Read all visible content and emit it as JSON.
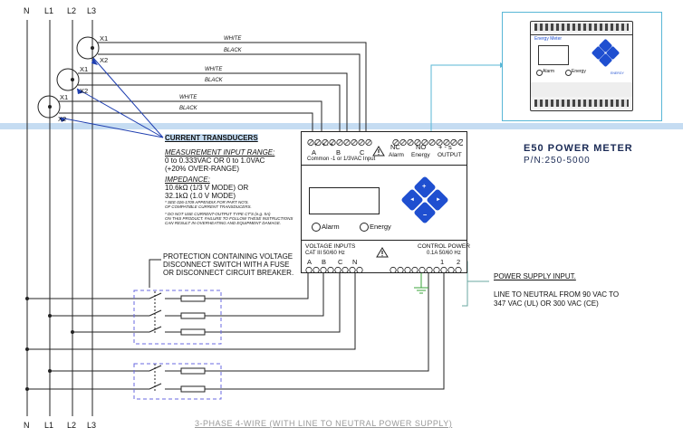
{
  "bus_labels_top": [
    "N",
    "L1",
    "L2",
    "L3"
  ],
  "bus_labels_bottom": [
    "N",
    "L1",
    "L2",
    "L3"
  ],
  "transducers": [
    {
      "x1": "X1",
      "x2": "X2",
      "white": "WHITE",
      "black": "BLACK"
    },
    {
      "x1": "X1",
      "x2": "X2",
      "white": "WHITE",
      "black": "BLACK"
    },
    {
      "x1": "X1",
      "x2": "X2",
      "white": "WHITE",
      "black": "BLACK"
    }
  ],
  "current_transducers": {
    "title": "CURRENT TRANSDUCERS",
    "measurement_heading": "MEASUREMENT INPUT RANGE:",
    "measurement_lines": "0 to 0.333VAC OR 0 to 1.0VAC\n(+20% OVER-RANGE)",
    "impedance_heading": "IMPEDANCE:",
    "impedance_lines": "10.6kΩ (1/3 V MODE) OR\n32.1kΩ (1.0 V MODE)",
    "note1": "* SEE  026-1709 APPENDIX FOR PART NO'S.\nOF COMPATIBLE CURRENT TRANSDUCERS.",
    "note2": "* DO NOT USE CURRENT-OUTPUT TYPE CT'S (e.g. 5A)\nON THIS PRODUCT. FAILURE TO FOLLOW THESE INSTRUCTIONS\nCAN RESULT IN OVERHEATING AND EQUIPMENT DAMAGE."
  },
  "meter": {
    "top_terminal_marks": "-  +    -  +    -  +",
    "top_abc": [
      "A",
      "B",
      "C"
    ],
    "common_input": "Common -1 or 1/3VAC Input",
    "alarm_outputs": [
      "NC",
      "NO",
      "+  -  s"
    ],
    "alarm_labels": [
      "Alarm",
      "Energy",
      "OUTPUT"
    ],
    "led_alarm": "Alarm",
    "led_energy": "Energy",
    "voltage_inputs": "VOLTAGE INPUTS",
    "cat": "CAT III 50/60 Hz",
    "voltage_terminals": [
      "A",
      "B",
      "C",
      "N"
    ],
    "control_power": "CONTROL POWER",
    "control_rating": "0.1A 50/60 Hz",
    "control_terminals": [
      "1",
      "2"
    ]
  },
  "thumbnail": {
    "screen_label": "Energy Meter",
    "led_alarm": "Alarm",
    "led_energy": "Energy",
    "brand": "ENERGY"
  },
  "product": {
    "title": "E50 POWER METER",
    "part_number": "P/N:250-5000"
  },
  "protection_note": "PROTECTION CONTAINING VOLTAGE\nDISCONNECT SWITCH WITH A FUSE\nOR DISCONNECT CIRCUIT BREAKER.",
  "power_supply": {
    "title": "POWER SUPPLY INPUT.",
    "desc": "LINE TO NEUTRAL FROM 90 VAC TO\n347 VAC (UL) OR 300 VAC (CE)"
  },
  "footer": "3-PHASE 4-WIRE  (WITH LINE TO NEUTRAL POWER SUPPLY)",
  "colors": {
    "blue_band": "#c5dcf2",
    "button_blue": "#1f4fd0",
    "dashed_box": "#6a6ae0",
    "thumb_box": "#59b7d6",
    "ground": "#3aa33a",
    "footer": "#9a9a9a"
  }
}
